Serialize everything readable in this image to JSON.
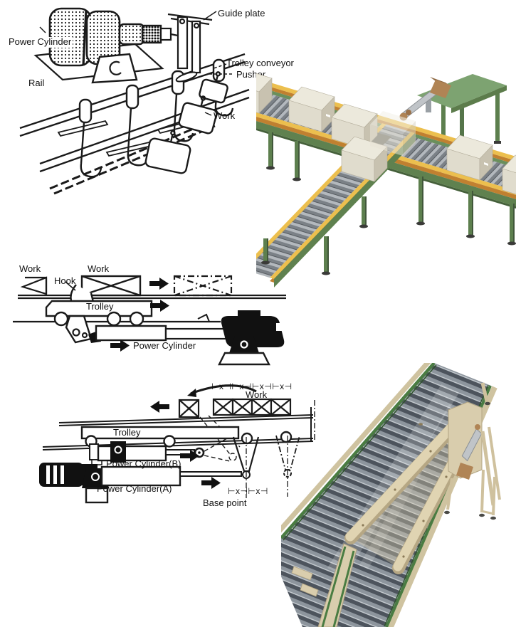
{
  "figures": {
    "trolley_pusher": {
      "labels": {
        "guide_plate": "Guide plate",
        "power_cylinder": "Power Cylinder",
        "rail": "Rail",
        "trolley_conveyor": "Trolley conveyor",
        "pusher": "Pusher",
        "work": "Work"
      }
    },
    "hook_transfer": {
      "labels": {
        "work_left": "Work",
        "hook": "Hook",
        "work_right": "Work",
        "trolley": "Trolley",
        "power_cylinder": "Power Cylinder"
      }
    },
    "two_cylinder_transfer": {
      "labels": {
        "dim_top": "⊢x⊣⊢x⊣⊢x⊣⊢x⊣",
        "work": "Work",
        "trolley": "Trolley",
        "power_cylinder_b": "Power Cylinder(B)",
        "power_cylinder_a": "Power Cylinder(A)",
        "dim_bottom": "⊢x⊣⊢x⊣",
        "base_point": "Base point"
      }
    }
  },
  "colors": {
    "line_art": "#1a1a1a",
    "frame_green": "#7da371",
    "frame_green_dark": "#5f814f",
    "rail_yellow": "#ecbf4e",
    "rail_orange": "#c08030",
    "roller_light": "#b3b8bd",
    "roller_mid": "#7b8187",
    "roller_dark_lane": "#4d545d",
    "roller_dark_sheen": "#8d959d",
    "box_top": "#ece9dc",
    "box_front": "#e0dccd",
    "box_side": "#c8c2b0",
    "cylinder_silver": "#c0c4c8",
    "motor_copper": "#b08455",
    "guide_tan": "#dccfae",
    "guide_tan_dark": "#b3a583",
    "edge_green": "#4a7c42"
  }
}
